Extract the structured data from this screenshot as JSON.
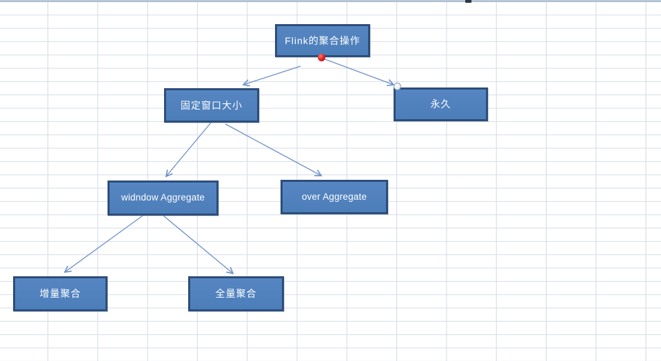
{
  "diagram": {
    "type": "flowchart",
    "background": "excel-spreadsheet-grid",
    "nodes": [
      {
        "id": "root",
        "label": "Flink的聚合操作"
      },
      {
        "id": "fixed-window",
        "label": "固定窗口大小"
      },
      {
        "id": "forever",
        "label": "永久"
      },
      {
        "id": "window-aggregate",
        "label": "widndow Aggregate"
      },
      {
        "id": "over-aggregate",
        "label": "over Aggregate"
      },
      {
        "id": "incremental-agg",
        "label": "增量聚合"
      },
      {
        "id": "full-agg",
        "label": "全量聚合"
      }
    ],
    "edges": [
      {
        "from": "root",
        "to": "fixed-window"
      },
      {
        "from": "root",
        "to": "forever"
      },
      {
        "from": "fixed-window",
        "to": "window-aggregate"
      },
      {
        "from": "fixed-window",
        "to": "over-aggregate"
      },
      {
        "from": "window-aggregate",
        "to": "incremental-agg"
      },
      {
        "from": "window-aggregate",
        "to": "full-agg"
      }
    ],
    "colors": {
      "node_fill": "#4f81bd",
      "node_border": "#2d4d79",
      "node_text": "#ffffff",
      "connector": "#6e90c6",
      "grid_line": "#d3d9e6",
      "sheet_top_border": "#a3b4ca",
      "endpoint_red": "#d92020",
      "endpoint_circle_fill": "#e3ecf4"
    }
  }
}
